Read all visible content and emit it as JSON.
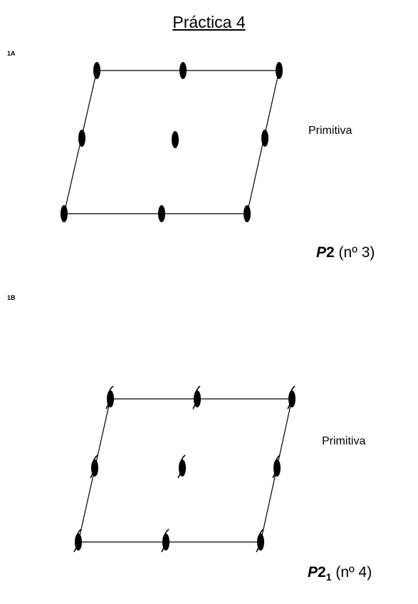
{
  "title": "Práctica 4",
  "sections": [
    {
      "id": "1A",
      "label": "1A",
      "lattice_type": "Primitiva",
      "group": {
        "letter": "P",
        "number": "2",
        "subscript": "",
        "it_number": "(nº 3)"
      },
      "symmetry_element": "two-fold axis (diad)"
    },
    {
      "id": "1B",
      "label": "1B",
      "lattice_type": "Primitiva",
      "group": {
        "letter": "P",
        "number": "2",
        "subscript": "1",
        "it_number": "(nº 4)"
      },
      "symmetry_element": "two-fold screw axis"
    }
  ],
  "colors": {
    "ink": "#000000",
    "background": "#ffffff"
  }
}
